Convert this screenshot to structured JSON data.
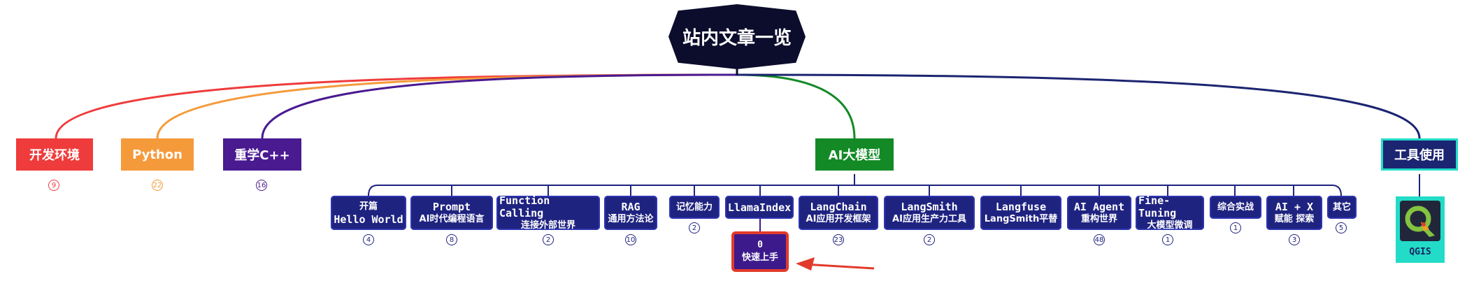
{
  "root": {
    "label": "站内文章一览"
  },
  "categories": [
    {
      "id": "dev",
      "label": "开发环境",
      "count": "9",
      "color": "#ef3b3b"
    },
    {
      "id": "python",
      "label": "Python",
      "count": "22",
      "color": "#f59a3b"
    },
    {
      "id": "cpp",
      "label": "重学C++",
      "count": "16",
      "color": "#4a1a91"
    },
    {
      "id": "ai",
      "label": "AI大模型",
      "color": "#138a26"
    },
    {
      "id": "tools",
      "label": "工具使用",
      "color": "#1b2571"
    }
  ],
  "ai_children": [
    {
      "l1": "开篇",
      "l2": "Hello World",
      "count": "4"
    },
    {
      "l1": "Prompt",
      "l2": "AI时代编程语言",
      "count": "8"
    },
    {
      "l1": "Function Calling",
      "l2": "连接外部世界",
      "count": "2"
    },
    {
      "l1": "RAG",
      "l2": "通用方法论",
      "count": "10"
    },
    {
      "l1": "记忆能力",
      "l2": "",
      "count": "2"
    },
    {
      "l1": "LlamaIndex",
      "l2": "",
      "count": ""
    },
    {
      "l1": "LangChain",
      "l2": "AI应用开发框架",
      "count": "23"
    },
    {
      "l1": "LangSmith",
      "l2": "AI应用生产力工具",
      "count": "2"
    },
    {
      "l1": "Langfuse",
      "l2": "LangSmith平替",
      "count": ""
    },
    {
      "l1": "AI Agent",
      "l2": "重构世界",
      "count": "48"
    },
    {
      "l1": "Fine-Tuning",
      "l2": "大模型微调",
      "count": "1"
    },
    {
      "l1": "综合实战",
      "l2": "",
      "count": "1"
    },
    {
      "l1": "AI + X",
      "l2": "赋能 探索",
      "count": "3"
    },
    {
      "l1": "其它",
      "l2": "",
      "count": "5"
    }
  ],
  "llamaindex_child": {
    "l1": "0",
    "l2": "快速上手"
  },
  "tools_child": {
    "label": "QGIS",
    "icon": "qgis-logo-icon"
  },
  "annotation": {
    "arrow": "red-arrow-icon",
    "color": "#e23b2b"
  }
}
